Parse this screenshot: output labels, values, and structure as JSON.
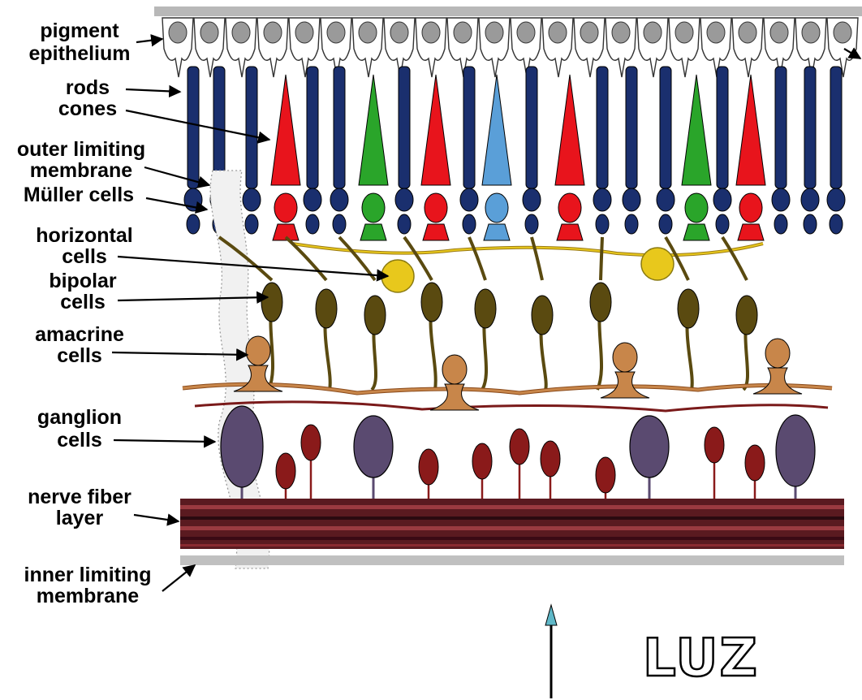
{
  "labels": {
    "pigment_epithelium": [
      "pigment",
      "epithelium"
    ],
    "rods": "rods",
    "cones": "cones",
    "outer_limiting_membrane": [
      "outer limiting",
      "membrane"
    ],
    "muller_cells": "Müller cells",
    "horizontal_cells": [
      "horizontal",
      "cells"
    ],
    "bipolar_cells": [
      "bipolar",
      "cells"
    ],
    "amacrine_cells": [
      "amacrine",
      "cells"
    ],
    "ganglion_cells": [
      "ganglion",
      "cells"
    ],
    "nerve_fiber_layer": [
      "nerve fiber",
      "layer"
    ],
    "inner_limiting_membrane": [
      "inner limiting",
      "membrane"
    ]
  },
  "light_label": "LUZ",
  "colors": {
    "rod": "#1a2f6e",
    "cone_red": "#e8141c",
    "cone_green": "#2aa52a",
    "cone_blue": "#5a9fd8",
    "horizontal": "#e8c81c",
    "bipolar": "#5a4a10",
    "amacrine": "#c8864a",
    "ganglion": "#5a4a70",
    "small_ganglion": "#8a1a1a",
    "nerve_fiber": "#5a1a20",
    "membrane": "#c0c0c0"
  }
}
